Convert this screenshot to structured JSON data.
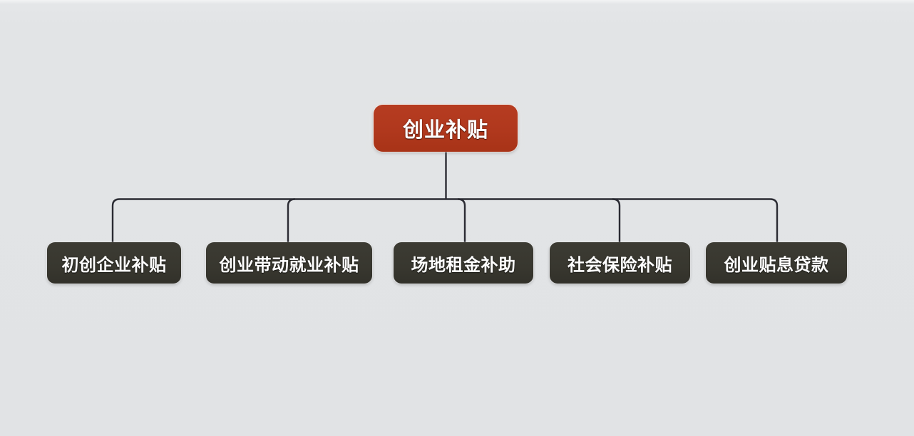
{
  "diagram": {
    "title": "创业补贴",
    "type": "organization-tree",
    "background_color": "#e2e4e6",
    "root": {
      "label": "创业补贴",
      "fill_color": "#b0381d",
      "text_color": "#ffffff"
    },
    "children": [
      {
        "label": "初创企业补贴",
        "fill_color": "#38372f",
        "text_color": "#ffffff"
      },
      {
        "label": "创业带动就业补贴",
        "fill_color": "#38372f",
        "text_color": "#ffffff"
      },
      {
        "label": "场地租金补助",
        "fill_color": "#38372f",
        "text_color": "#ffffff"
      },
      {
        "label": "社会保险补贴",
        "fill_color": "#38372f",
        "text_color": "#ffffff"
      },
      {
        "label": "创业贴息贷款",
        "fill_color": "#38372f",
        "text_color": "#ffffff"
      }
    ],
    "connector_color": "#2b2b33"
  }
}
